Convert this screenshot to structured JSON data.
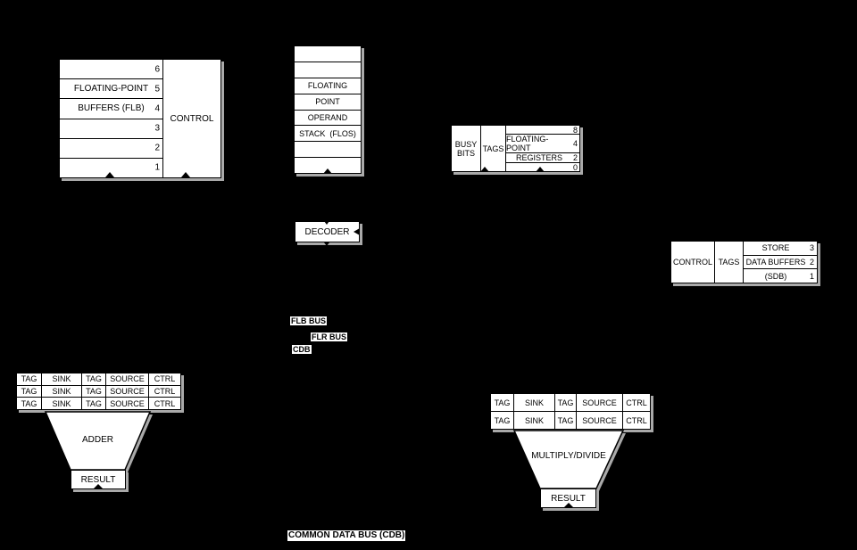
{
  "colors": {
    "background": "#000000",
    "box_fill": "#ffffff",
    "line": "#000000",
    "shadow": "#a9a9a9"
  },
  "flb": {
    "control_label": "CONTROL",
    "rows": [
      {
        "label": "",
        "num": "6"
      },
      {
        "label": "FLOATING-POINT",
        "num": "5"
      },
      {
        "label": "BUFFERS (FLB)",
        "num": "4"
      },
      {
        "label": "",
        "num": "3"
      },
      {
        "label": "",
        "num": "2"
      },
      {
        "label": "",
        "num": "1"
      }
    ]
  },
  "flos": {
    "rows": [
      "",
      "",
      "FLOATING",
      "POINT",
      "OPERAND",
      "STACK  (FLOS)",
      "",
      ""
    ]
  },
  "flr": {
    "busy_label": "BUSY BITS",
    "tags_label": "TAGS",
    "rows": [
      {
        "label": "",
        "num": "8"
      },
      {
        "label": "FLOATING-POINT",
        "num": "4"
      },
      {
        "label": "REGISTERS",
        "num": "2"
      },
      {
        "label": "",
        "num": "0"
      }
    ]
  },
  "decoder": {
    "label": "DECODER"
  },
  "sdb": {
    "control_label": "CONTROL",
    "tags_label": "TAGS",
    "rows": [
      {
        "label": "STORE",
        "num": "3"
      },
      {
        "label": "DATA BUFFERS",
        "num": "2"
      },
      {
        "label": "(SDB)",
        "num": "1"
      }
    ]
  },
  "bus_labels": {
    "flb": "FLB BUS",
    "flr": "FLR BUS",
    "cdb": "CDB",
    "common": "COMMON DATA BUS (CDB)"
  },
  "rs_left": {
    "rows": [
      [
        "TAG",
        "SINK",
        "TAG",
        "SOURCE",
        "CTRL"
      ],
      [
        "TAG",
        "SINK",
        "TAG",
        "SOURCE",
        "CTRL"
      ],
      [
        "TAG",
        "SINK",
        "TAG",
        "SOURCE",
        "CTRL"
      ]
    ]
  },
  "rs_right": {
    "rows": [
      [
        "TAG",
        "SINK",
        "TAG",
        "SOURCE",
        "CTRL"
      ],
      [
        "TAG",
        "SINK",
        "TAG",
        "SOURCE",
        "CTRL"
      ]
    ]
  },
  "adder": {
    "label": "ADDER",
    "result_label": "RESULT"
  },
  "multdiv": {
    "label": "MULTIPLY/DIVIDE",
    "result_label": "RESULT"
  }
}
